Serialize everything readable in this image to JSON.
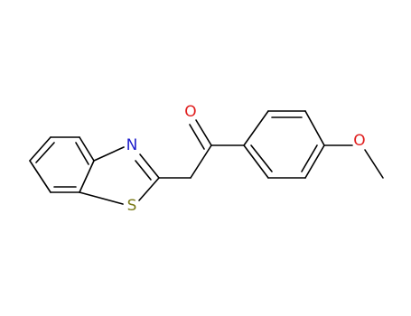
{
  "atoms": {
    "nitrogen": {
      "symbol": "N",
      "color": "#1e1ecc"
    },
    "sulfur": {
      "symbol": "S",
      "color": "#7a7a18"
    },
    "oxygen": {
      "symbol": "O",
      "color": "#e01e1e"
    },
    "methoxy_oxygen": {
      "symbol": "O",
      "color": "#e01e1e"
    }
  },
  "bond_color": "#000000",
  "background": "#ffffff"
}
